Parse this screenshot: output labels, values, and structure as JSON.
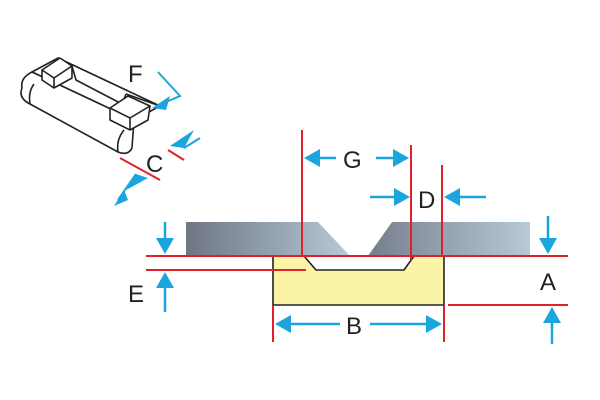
{
  "labels": {
    "a": "A",
    "b": "B",
    "c": "C",
    "d": "D",
    "e": "E",
    "f": "F",
    "g": "G"
  },
  "colors": {
    "dimension_line": "#e0202a",
    "arrow": "#1aa6dd",
    "part_fill": "#fbf3a6",
    "part_stroke": "#222222",
    "plate_fill_dark": "#7a8290",
    "plate_fill_light": "#b3c7d4",
    "text": "#222222"
  }
}
